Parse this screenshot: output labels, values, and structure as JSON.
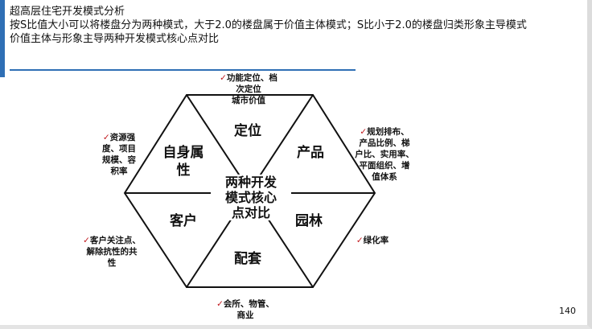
{
  "heading": {
    "line1": "超高层住宅开发模式分析",
    "line2": "按S比值大小可以将楼盘分为两种模式，大于2.0的楼盘属于价值主体模式；S比小于2.0的楼盘归类形象主导模式",
    "line3": "价值主体与形象主导两种开发模式核心点对比"
  },
  "center": [
    "两种开发",
    "模式核心",
    "点对比"
  ],
  "segments": {
    "dingwei": "定位",
    "chanpin": "产品",
    "yuanlin": "园林",
    "peitao": "配套",
    "kehu": "客户",
    "zishen": [
      "自身属",
      "性"
    ]
  },
  "notes": {
    "top": [
      "功能定位、档",
      "次定位",
      "城市价值"
    ],
    "top_right": [
      "规划排布、",
      "产品比例、梯",
      "户比、实用率、",
      "平面组织、增",
      "值体系"
    ],
    "right": [
      "绿化率"
    ],
    "bottom": [
      "会所、物管、",
      "商业"
    ],
    "left_bottom": [
      "客户关注点、",
      "解除抗性的共",
      "性"
    ],
    "left_top": [
      "资源强",
      "度、项目",
      "规模、容",
      "积率"
    ]
  },
  "tick_mark": "✓",
  "page_number": "140",
  "colors": {
    "accent": "#2f6fb5",
    "tick": "#c0171c",
    "line": "#111111"
  }
}
